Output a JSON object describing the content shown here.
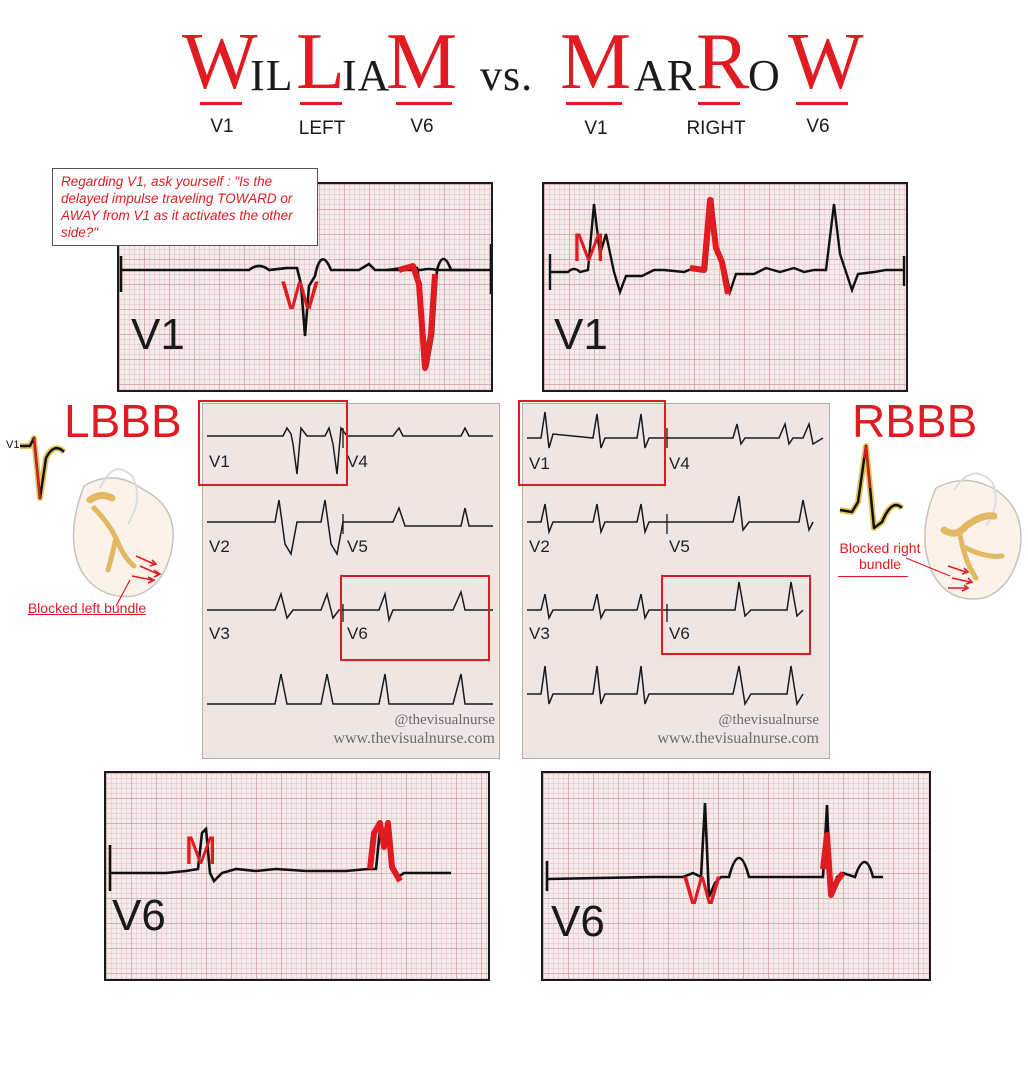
{
  "title": {
    "left_word": [
      "W",
      "IL",
      "L",
      "IA",
      "M"
    ],
    "vs": "vs.",
    "right_word": [
      "M",
      "AR",
      "R",
      "O",
      "W"
    ],
    "left_subs": [
      "V1",
      "LEFT",
      "V6"
    ],
    "right_subs": [
      "V1",
      "RIGHT",
      "V6"
    ]
  },
  "callout": "Regarding V1, ask yourself : \"Is the delayed impulse traveling TOWARD or AWAY from V1 as it activates the other side?\"",
  "panels": {
    "lbbb_v1": {
      "lead": "V1",
      "mark": "W"
    },
    "rbbb_v1": {
      "lead": "V1",
      "mark": "M"
    },
    "lbbb_v6": {
      "lead": "V6",
      "mark": "M"
    },
    "rbbb_v6": {
      "lead": "V6",
      "mark": "W"
    }
  },
  "lbbb": {
    "label": "LBBB",
    "mini_lead": "V1",
    "caption": "Blocked left bundle"
  },
  "rbbb": {
    "label": "RBBB",
    "caption": "Blocked right bundle"
  },
  "twelve_lead": {
    "labels": [
      "V1",
      "V2",
      "V3",
      "V4",
      "V5",
      "V6"
    ],
    "credit_handle": "@thevisualnurse",
    "credit_url": "www.thevisualnurse.com"
  },
  "colors": {
    "accent": "#e01b22",
    "trace": "#111111",
    "grid": "#cd9696"
  }
}
